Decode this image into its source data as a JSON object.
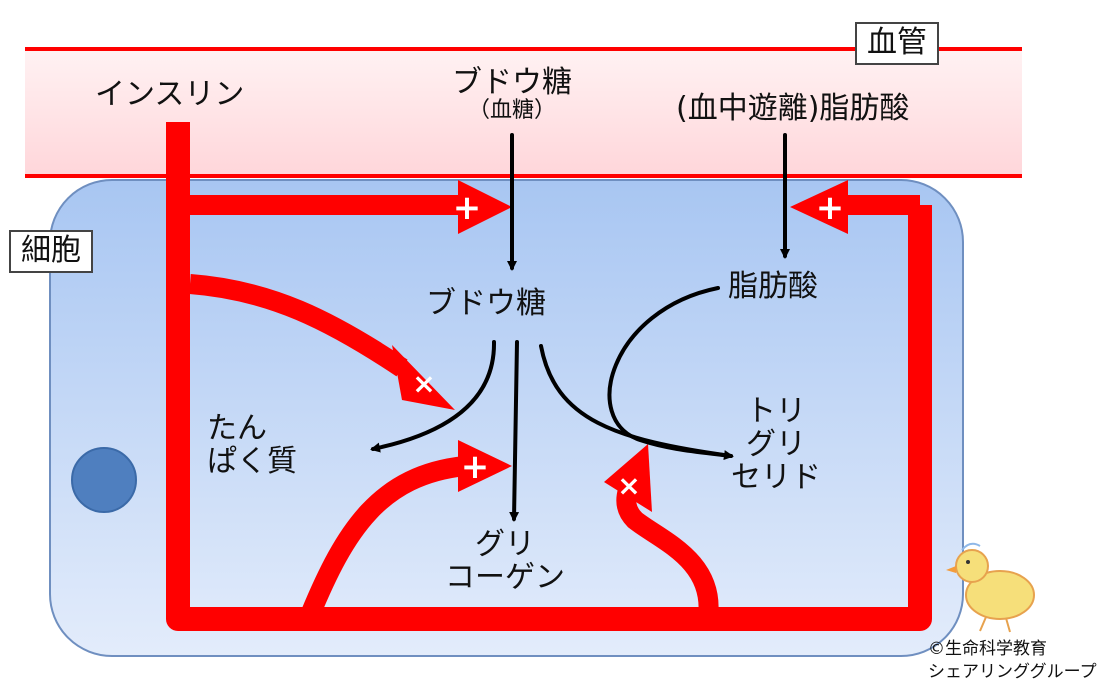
{
  "labels": {
    "blood_vessel": "血管",
    "cell": "細胞",
    "insulin": "インスリン",
    "glucose_blood": "ブドウ糖",
    "glucose_blood_sub": "（血糖）",
    "free_fatty_acid": "(血中遊離)脂肪酸",
    "glucose_cell": "ブドウ糖",
    "fatty_acid_cell": "脂肪酸",
    "protein": [
      "たん",
      "ぱく質"
    ],
    "glycogen": [
      "グリ",
      "コーゲン"
    ],
    "triglyceride": [
      "トリ",
      "グリ",
      "セリド"
    ]
  },
  "effects": {
    "glucose_uptake": "+",
    "protein_breakdown": "×",
    "glycogen_synthesis": "+",
    "triglyceride_synthesis": "×",
    "fatty_acid_uptake": "+"
  },
  "credit": {
    "line1": "©生命科学教育",
    "line2": "シェアリンググループ"
  },
  "colors": {
    "signal_red": "#ff0000",
    "vessel_fill": "#ffe6e8",
    "vessel_line": "#ff0000",
    "cell_top": "#a8c6f2",
    "cell_bottom": "#e3ecfb",
    "cell_border": "#6f8fc0",
    "nucleus": "#4f7fbf",
    "arrow_black": "#000000"
  }
}
